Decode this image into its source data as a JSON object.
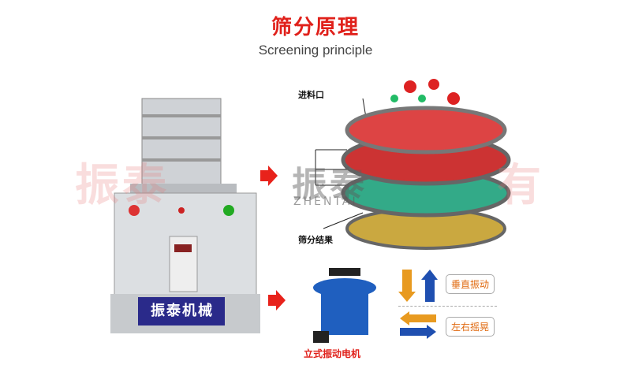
{
  "header": {
    "title": "筛分原理",
    "subtitle": "Screening principle"
  },
  "watermark": {
    "left": "振泰",
    "right": "有",
    "center": "振泰",
    "center_sub": "ZHENTAI"
  },
  "machine": {
    "brand_plate": "振泰机械"
  },
  "diagram": {
    "inlet_label": "进料口",
    "result_label": "筛分结果"
  },
  "motor": {
    "label": "立式振动电机",
    "vertical": "垂直振动",
    "horizontal": "左右摇晃"
  },
  "colors": {
    "title": "#e0201a",
    "plate": "#2a2a8a",
    "motor": "#1f5fbf",
    "arrow": "#e8221b"
  }
}
